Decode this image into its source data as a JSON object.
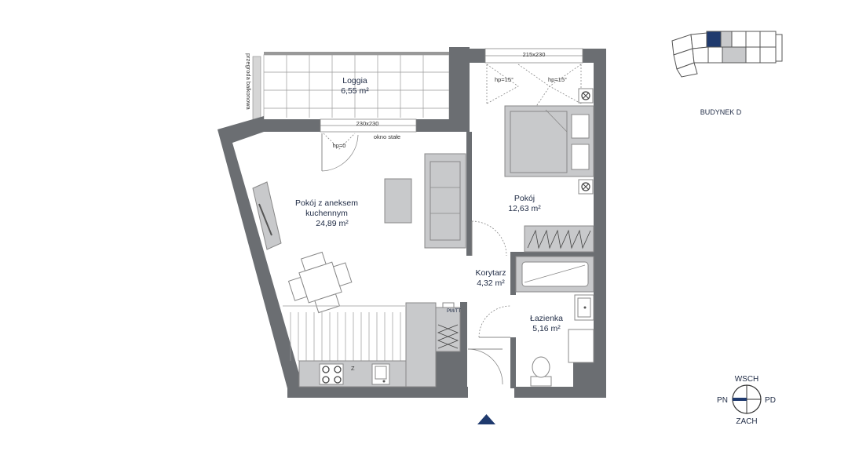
{
  "rooms": {
    "loggia": {
      "name": "Loggia",
      "area": "6,55 m²"
    },
    "living": {
      "name_line1": "Pokój z aneksem",
      "name_line2": "kuchennym",
      "area": "24,89 m²"
    },
    "room": {
      "name": "Pokój",
      "area": "12,63 m²"
    },
    "corridor": {
      "name": "Korytarz",
      "area": "4,32 m²"
    },
    "bathroom": {
      "name": "Łazienka",
      "area": "5,16 m²"
    }
  },
  "annotations": {
    "window_top": "215x230",
    "window_living": "230x230",
    "hp_left": "hp=15°",
    "hp_right": "hp=15°",
    "hp_zero": "hp=0",
    "fixed_window": "okno stałe",
    "balcony_partition": "przegroda balkonowa",
    "washer": "PM/TT",
    "kitchen_marker": "Z"
  },
  "building": {
    "label": "BUDYNEK D"
  },
  "compass": {
    "north_label": "WSCH",
    "south_label": "ZACH",
    "west_label": "PN",
    "east_label": "PD"
  },
  "colors": {
    "walls": "#6b6e72",
    "accent": "#1f3a6e",
    "text": "#1e2a44"
  }
}
